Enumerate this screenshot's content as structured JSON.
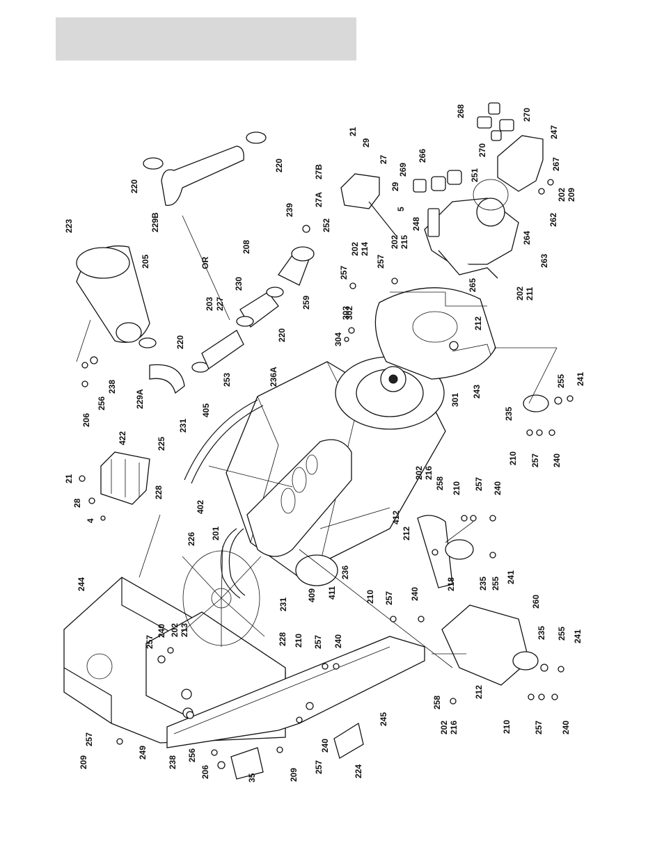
{
  "diagram": {
    "type": "exploded-parts-diagram",
    "separator_text": "OR",
    "callouts": [
      "21",
      "28",
      "4",
      "422",
      "206",
      "256",
      "238",
      "229A",
      "220",
      "223",
      "205",
      "220",
      "229B",
      "220",
      "208",
      "230",
      "220",
      "203",
      "227",
      "253",
      "239",
      "252",
      "259",
      "27B",
      "27A",
      "21",
      "29",
      "27",
      "29",
      "5",
      "269",
      "266",
      "268",
      "270",
      "270",
      "247",
      "251",
      "267",
      "202",
      "209",
      "262",
      "248",
      "264",
      "263",
      "265",
      "202",
      "211",
      "257",
      "202",
      "214",
      "257",
      "202",
      "215",
      "302",
      "303",
      "304",
      "236A",
      "212",
      "301",
      "243",
      "235",
      "255",
      "241",
      "210",
      "257",
      "240",
      "405",
      "231",
      "225",
      "228",
      "402",
      "226",
      "201",
      "412",
      "202",
      "216",
      "258",
      "210",
      "257",
      "240",
      "212",
      "218",
      "235",
      "255",
      "241",
      "236",
      "411",
      "409",
      "231",
      "228",
      "244",
      "202",
      "213",
      "240",
      "257",
      "210",
      "257",
      "240",
      "210",
      "257",
      "240",
      "260",
      "235",
      "255",
      "241",
      "212",
      "258",
      "202",
      "216",
      "210",
      "257",
      "240",
      "209",
      "257",
      "249",
      "238",
      "256",
      "206",
      "35",
      "209",
      "257",
      "240",
      "245",
      "224"
    ]
  }
}
